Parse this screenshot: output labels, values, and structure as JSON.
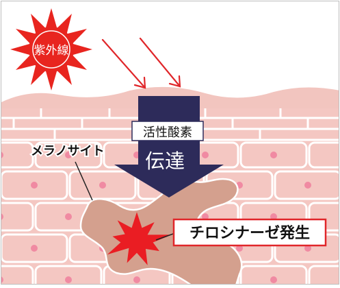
{
  "labels": {
    "uv": "紫外線",
    "ros": "活性酸素",
    "transmit": "伝達",
    "melanocyte": "メラノサイト",
    "tyrosinase": "チロシナーゼ発生"
  },
  "colors": {
    "sun": "#e8251f",
    "uv_ray": "#e0262a",
    "arrow": "#2d2b5a",
    "skin_top": "#f2c5bf",
    "cell": "#f4c7c2",
    "cell_line": "#ffffff",
    "nucleus": "#f08aa2",
    "melanocyte": "#d4a08e",
    "burst": "#ea1d23",
    "border": "#bdbdbd"
  }
}
